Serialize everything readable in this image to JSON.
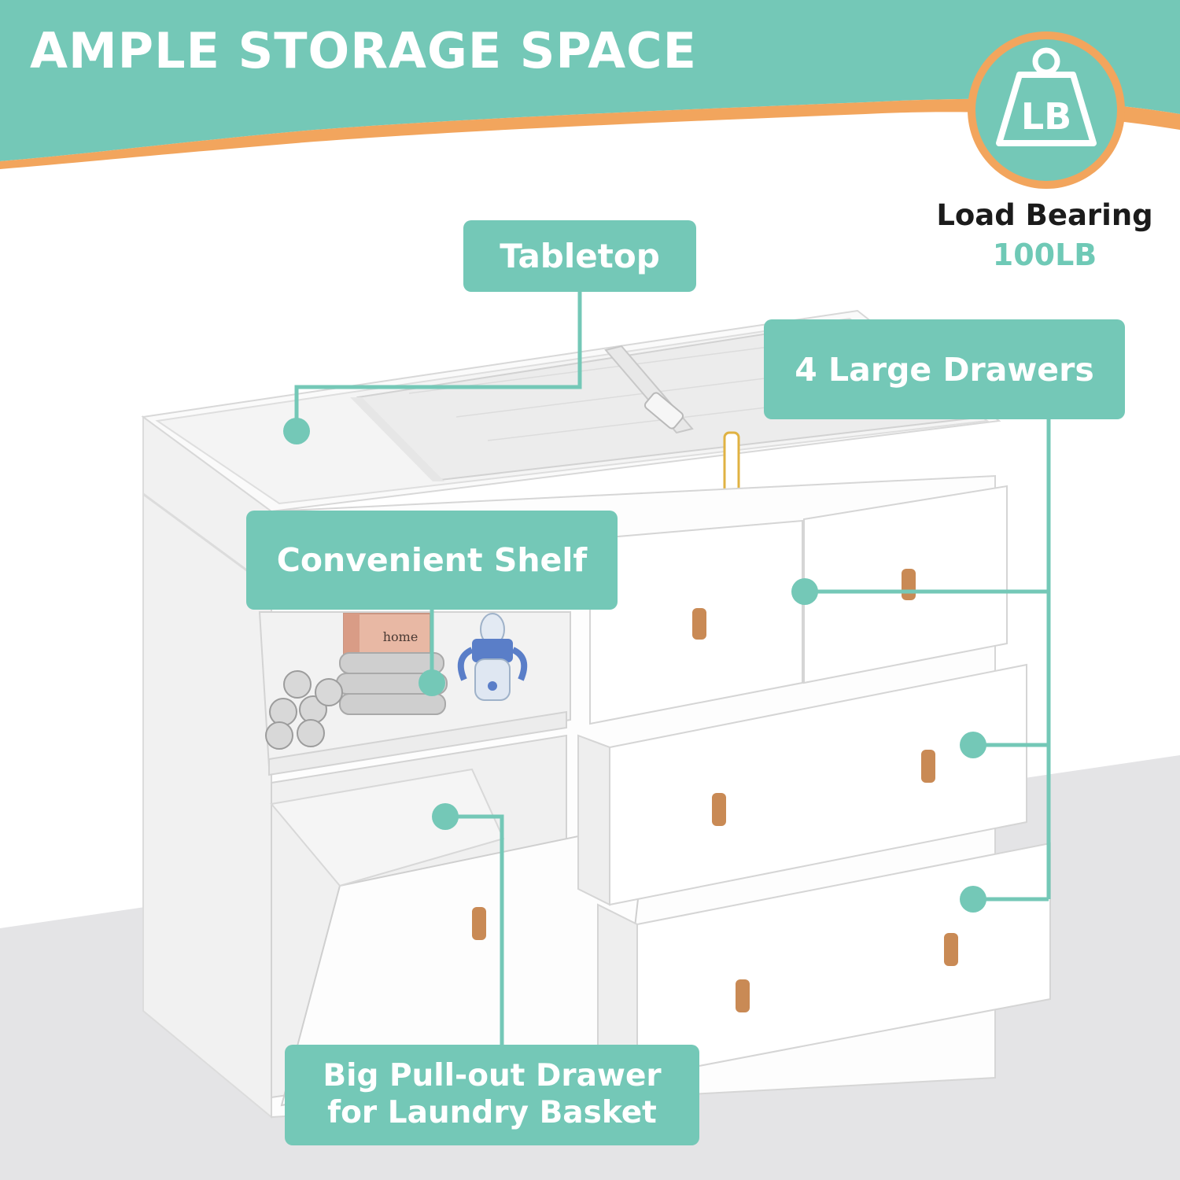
{
  "banner": {
    "headline": "AMPLE STORAGE SPACE"
  },
  "weight_badge": {
    "icon": "weight-lb-icon",
    "icon_text": "LB",
    "title": "Load Bearing",
    "value": "100LB"
  },
  "callouts": {
    "tabletop": "Tabletop",
    "drawers": "4 Large Drawers",
    "shelf": "Convenient Shelf",
    "basket_line1": "Big Pull-out Drawer",
    "basket_line2": "for Laundry Basket"
  },
  "shelf_items": {
    "box_label": "home"
  },
  "colors": {
    "teal": "#74c8b7",
    "orange": "#f2a55d",
    "handle": "#c98a55",
    "text_dark": "#1b1b1b"
  }
}
